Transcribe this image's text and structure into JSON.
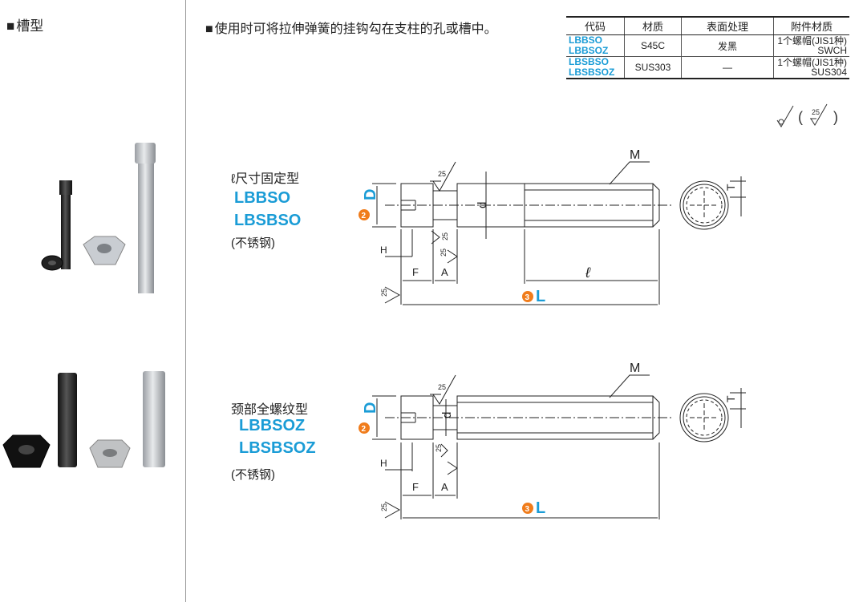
{
  "section": {
    "title": "槽型"
  },
  "description": "使用时可将拉伸弹簧的挂钩勾在支柱的孔或槽中。",
  "spec_table": {
    "headers": [
      "代码",
      "材质",
      "表面处理",
      "附件材质"
    ],
    "rows": [
      {
        "codes": [
          "LBBSO",
          "LBBSOZ"
        ],
        "material": "S45C",
        "surface": "发黑",
        "attachment": [
          "1个螺帽(JIS1种)",
          "SWCH"
        ]
      },
      {
        "codes": [
          "LBSBSO",
          "LBSBSOZ"
        ],
        "material": "SUS303",
        "surface": "—",
        "attachment": [
          "1个螺帽(JIS1种)",
          "SUS304"
        ]
      }
    ]
  },
  "roughness": {
    "note_value": "25"
  },
  "diagram1": {
    "type_label": "ℓ尺寸固定型",
    "codes": [
      "LBBSO",
      "LBSBSO"
    ],
    "material_note": "(不锈钢)",
    "dims": {
      "M": "M",
      "D": "D",
      "d": "d",
      "H": "H",
      "F": "F",
      "A": "A",
      "ell": "ℓ",
      "L": "L",
      "T": "T",
      "r1": "25",
      "r2": "25",
      "r3": "25",
      "r4": "25",
      "num_D": "2",
      "num_L": "3"
    }
  },
  "diagram2": {
    "type_label": "颈部全螺纹型",
    "codes": [
      "LBBSOZ",
      "LBSBSOZ"
    ],
    "material_note": "(不锈钢)",
    "dims": {
      "M": "M",
      "D": "D",
      "d": "d",
      "H": "H",
      "F": "F",
      "A": "A",
      "L": "L",
      "T": "T",
      "r1": "25",
      "r2": "25",
      "r3": "25",
      "num_D": "2",
      "num_L": "3"
    }
  },
  "colors": {
    "accent_blue": "#1a9cd6",
    "badge_orange": "#f07c1b",
    "line": "#222222"
  }
}
